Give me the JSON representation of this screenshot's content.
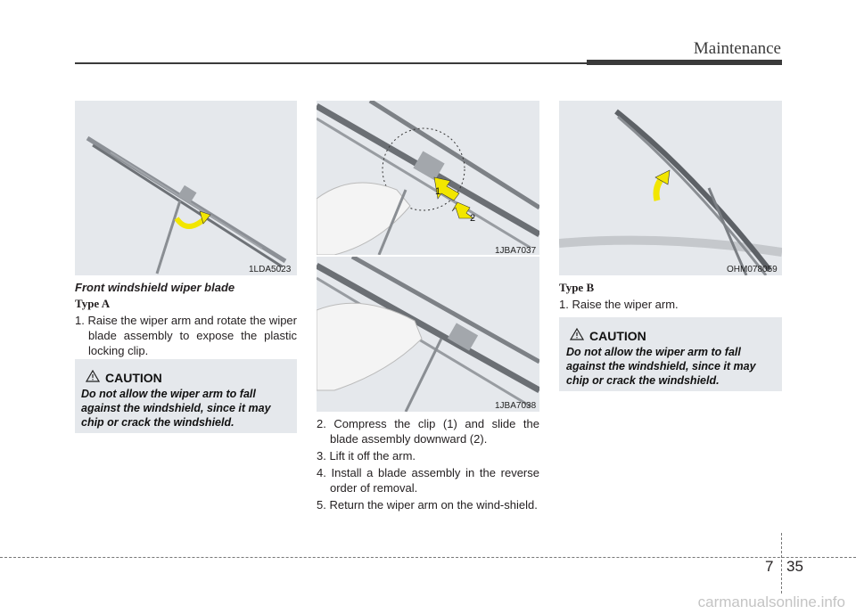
{
  "header": {
    "section_title": "Maintenance"
  },
  "figures": {
    "fig1_code": "1LDA5023",
    "fig2_code": "1JBA7037",
    "fig2_callout_1": "1",
    "fig2_callout_2": "2",
    "fig3_code": "1JBA7038",
    "fig4_code": "OHM078059"
  },
  "left_column": {
    "section_heading": "Front windshield wiper blade",
    "type_label": "Type A",
    "step_1": "1. Raise the wiper arm and rotate the wiper blade assembly to expose the plastic locking clip.",
    "caution_title": "CAUTION",
    "caution_text": "Do not allow the wiper arm to fall against the windshield, since it may chip or crack the windshield."
  },
  "middle_column": {
    "step_2": "2. Compress the clip (1) and slide the blade assembly downward (2).",
    "step_3": "3. Lift it off the arm.",
    "step_4": "4. Install a blade assembly in the reverse order of removal.",
    "step_5": "5. Return the wiper arm on the wind-shield."
  },
  "right_column": {
    "type_label": "Type B",
    "step_1": "1. Raise the wiper arm.",
    "caution_title": "CAUTION",
    "caution_text": "Do not allow the wiper arm to fall against the windshield, since it may chip or crack the windshield."
  },
  "footer": {
    "chapter": "7",
    "page": "35",
    "watermark": "carmanualsonline.info"
  },
  "colors": {
    "panel_bg": "#e5e8ec",
    "arrow_yellow": "#f2e600",
    "rule": "#3a3a3a"
  }
}
